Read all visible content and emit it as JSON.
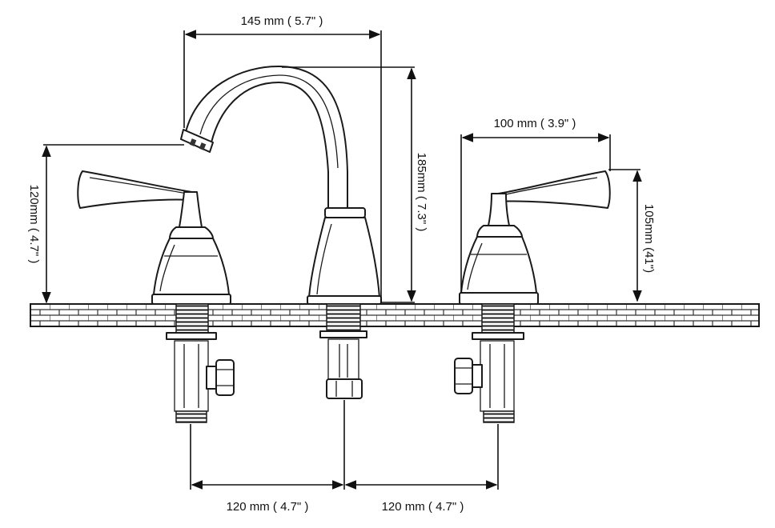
{
  "dimensions": {
    "spout_reach": "145 mm ( 5.7\" )",
    "spout_height": "185mm ( 7.3\" )",
    "left_handle_height": "120mm ( 4.7\" )",
    "right_handle_width": "100 mm ( 3.9\" )",
    "right_handle_height": "105mm (41\")",
    "spacing_left": "120 mm ( 4.7\" )",
    "spacing_right": "120 mm ( 4.7\" )"
  },
  "colors": {
    "line": "#1a1a1a",
    "background": "#ffffff"
  }
}
